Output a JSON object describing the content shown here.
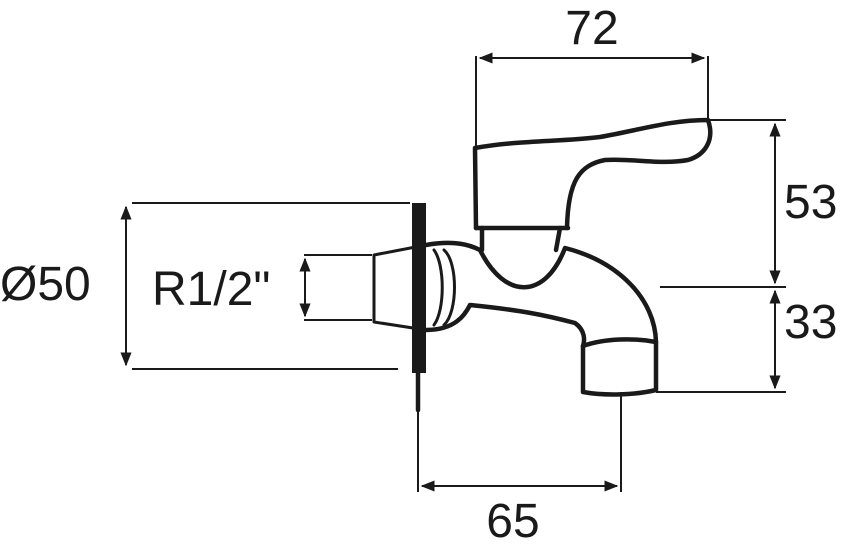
{
  "dimensions": {
    "top_width": "72",
    "handle_height": "53",
    "spout_height": "33",
    "projection": "65",
    "flange_diameter": "Ø50",
    "thread": "R1/2\""
  }
}
